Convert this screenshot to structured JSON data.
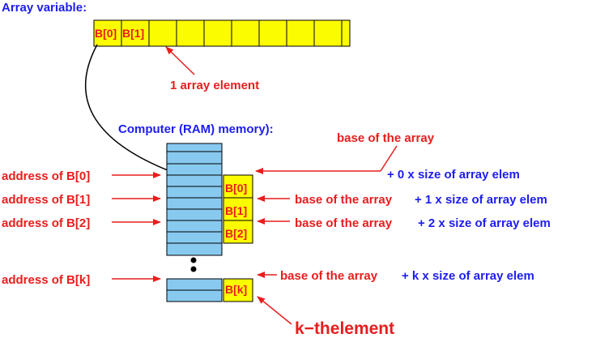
{
  "colors": {
    "red": "#e81d1d",
    "blue": "#1d1df0",
    "yellow_fill": "#fcfc00",
    "memory_fill": "#88c9f0",
    "outline": "#000000"
  },
  "array_variable": {
    "title": "Array variable:",
    "cells": [
      "B[0]",
      "B[1]",
      "",
      "",
      "",
      "",
      "",
      "",
      "",
      ""
    ],
    "element_annotation": "1 array element"
  },
  "memory": {
    "title": "Computer (RAM) memory):",
    "base_label": "base of the array",
    "address_labels": [
      "address of B[0]",
      "address of B[1]",
      "address of B[2]",
      "address of B[k]"
    ],
    "element_labels": [
      "B[0]",
      "B[1]",
      "B[2]",
      "B[k]"
    ],
    "offset_rows": [
      {
        "base": "",
        "offset": "+ 0 x size of array elem"
      },
      {
        "base": "base of the array",
        "offset": "+ 1 x size of array elem"
      },
      {
        "base": "base of the array",
        "offset": "+ 2 x size of array elem"
      },
      {
        "base": "base of the array",
        "offset": "+ k x size of array elem"
      }
    ],
    "kth_label": "k−thelement"
  }
}
